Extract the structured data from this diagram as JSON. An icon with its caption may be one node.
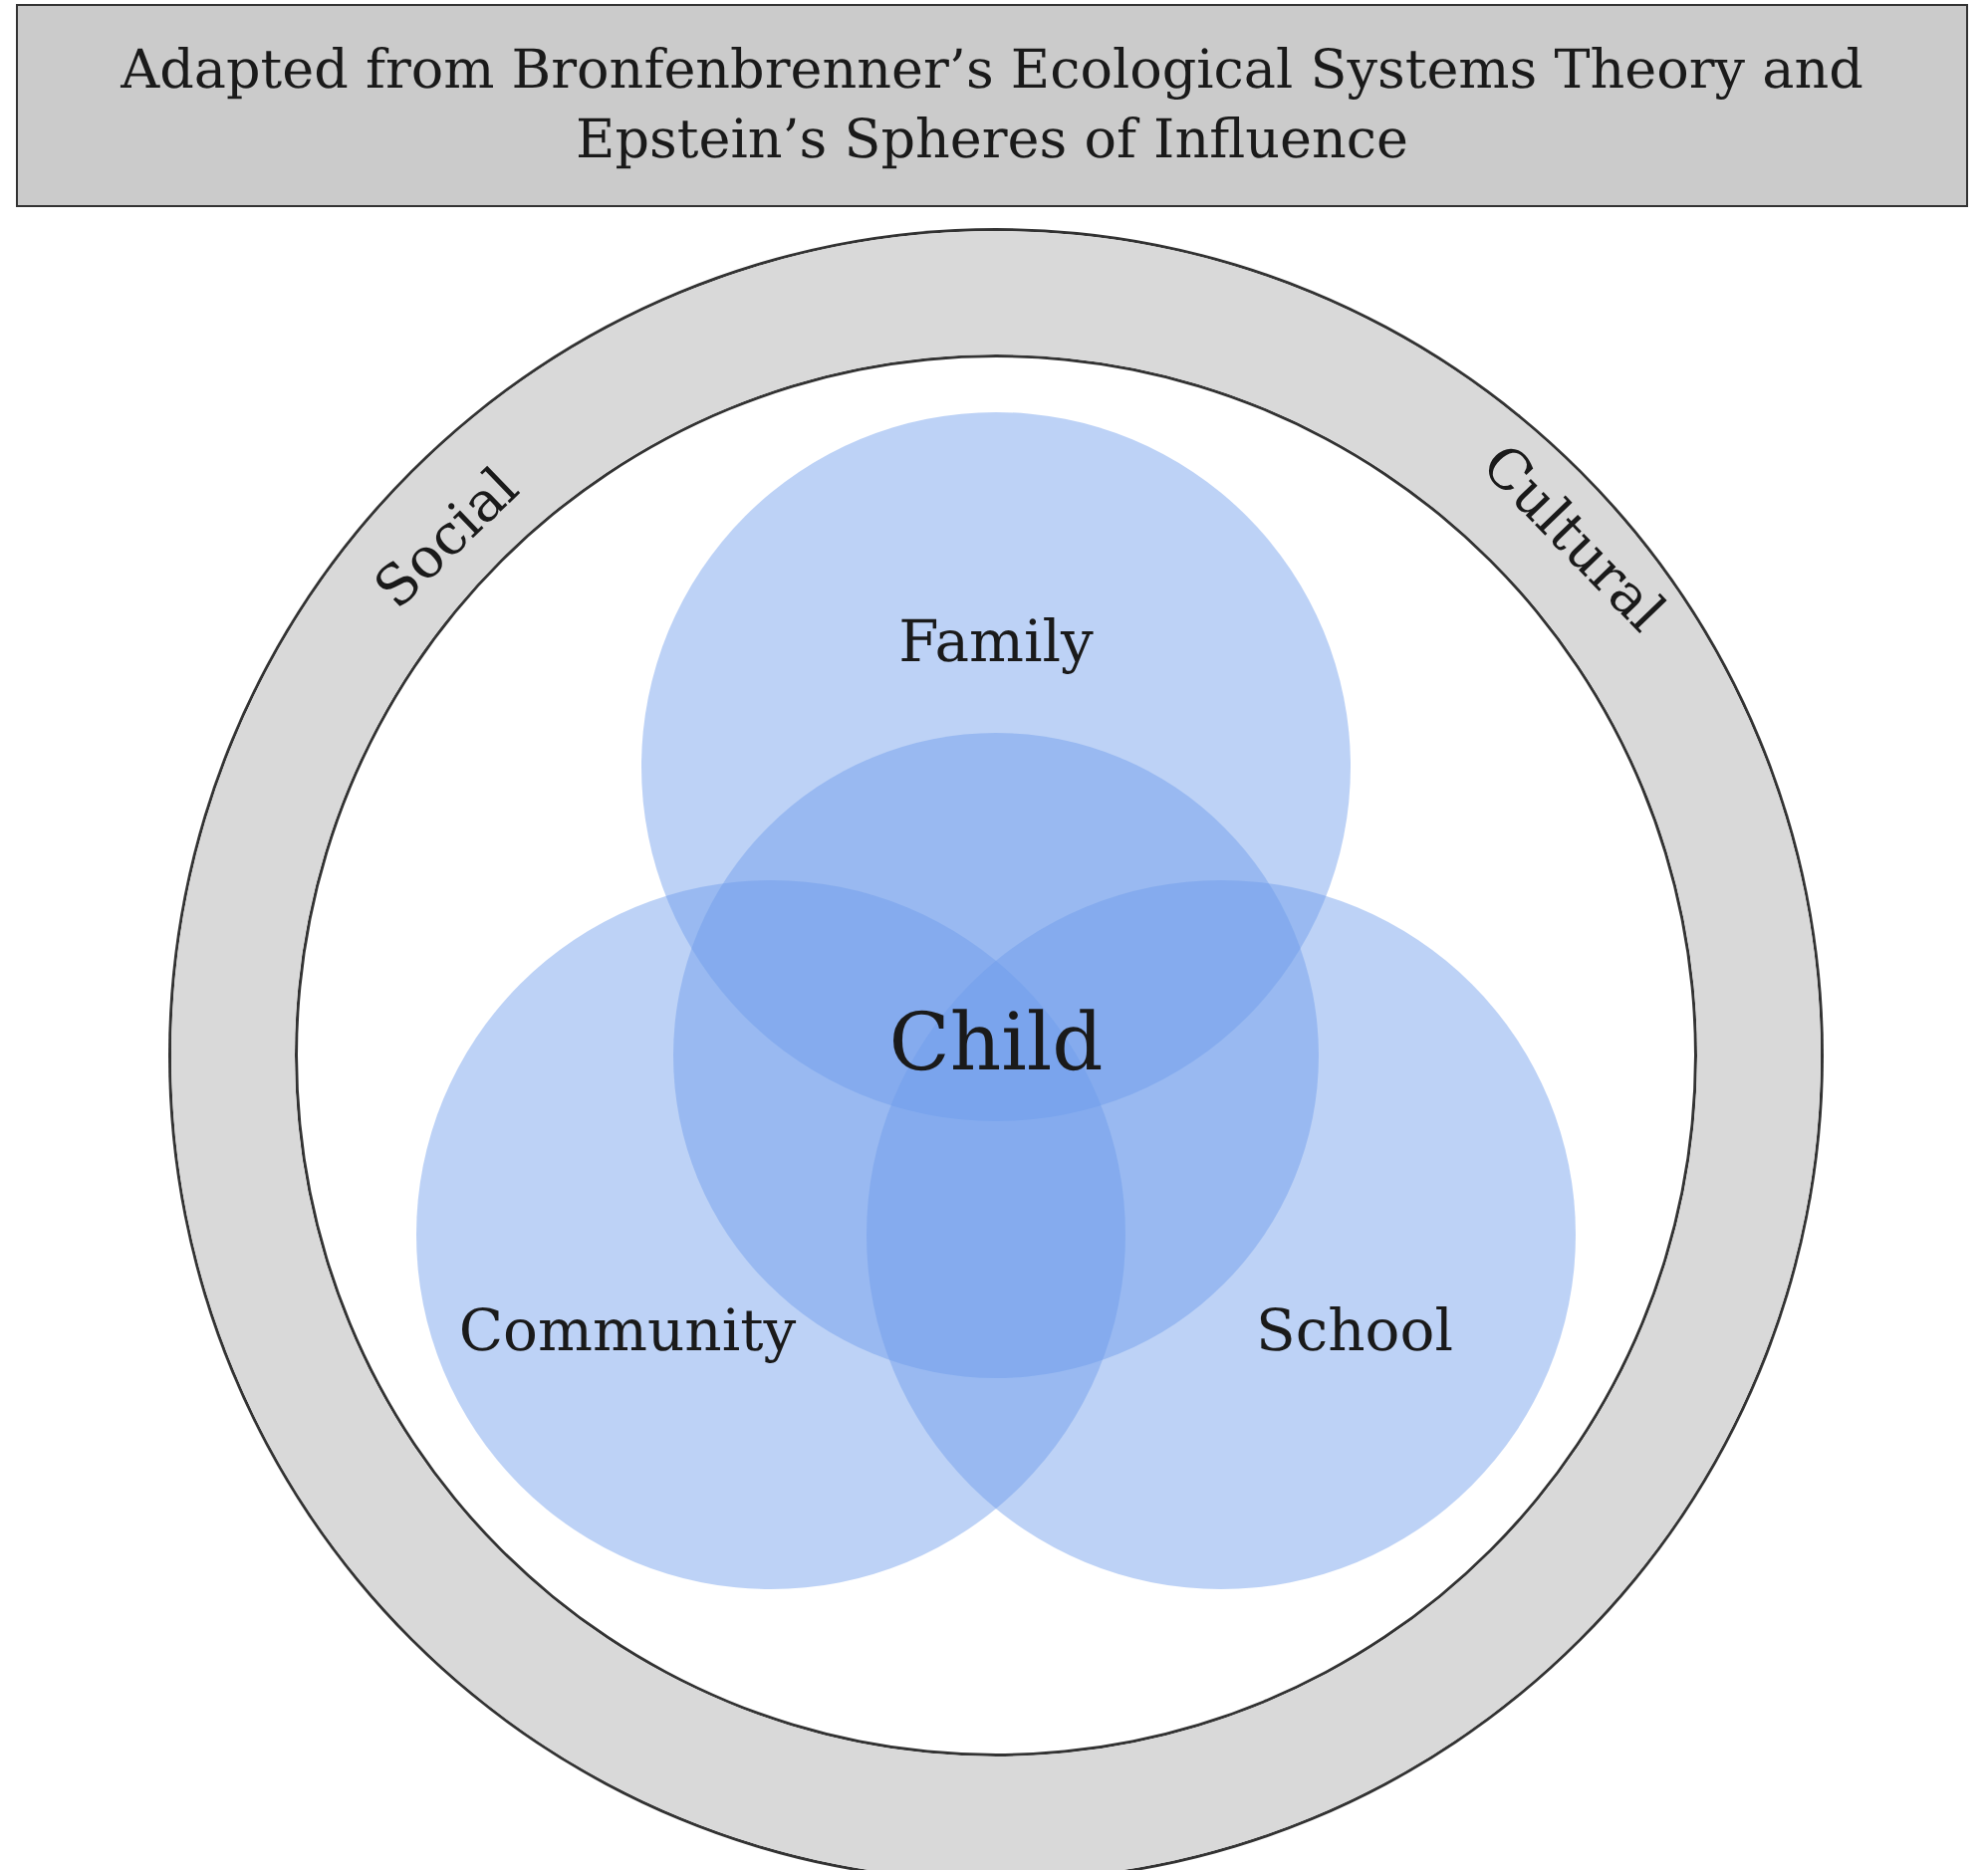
{
  "diagram": {
    "title": "Adapted from Bronfenbrenner’s Ecological Systems Theory and Epstein’s Spheres of Influence",
    "nodes": [
      {
        "text": [
          "Social",
          "Cultural"
        ]
      },
      {
        "text": [
          "Family"
        ],
        "in": 0
      },
      {
        "text": [
          "Child"
        ],
        "in": 0
      },
      {
        "text": [
          "Community"
        ],
        "in": 0
      },
      {
        "text": [
          "School"
        ],
        "in": 0
      }
    ]
  }
}
